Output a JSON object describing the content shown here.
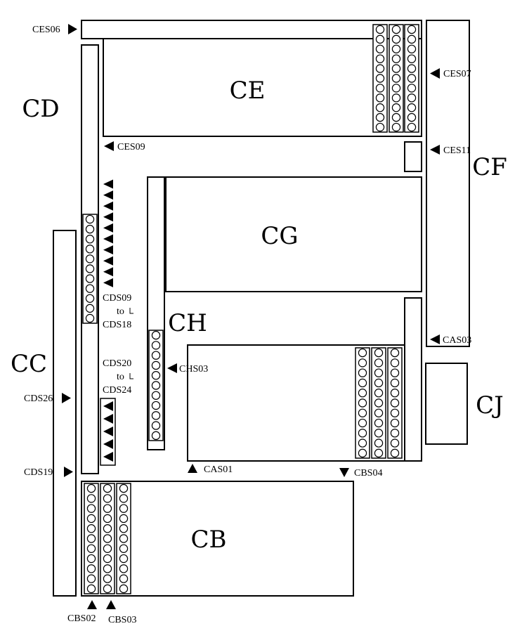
{
  "boards": {
    "CE": "CE",
    "CD": "CD",
    "CF": "CF",
    "CG": "CG",
    "CH": "CH",
    "CC": "CC",
    "CJ": "CJ",
    "CB": "CB"
  },
  "connectors": {
    "CES06": "CES06",
    "CES07": "CES07",
    "CES09": "CES09",
    "CES11": "CES11",
    "CDS09": "CDS09",
    "CDS18": "CDS18",
    "CDS20": "CDS20",
    "CDS24": "CDS24",
    "CHS03": "CHS03",
    "CAS03": "CAS03",
    "CDS26": "CDS26",
    "CDS19": "CDS19",
    "CAS01": "CAS01",
    "CBS04": "CBS04",
    "CBS02": "CBS02",
    "CBS03": "CBS03"
  },
  "range_word": "to",
  "colors": {
    "line": "#000000",
    "background": "#ffffff"
  }
}
